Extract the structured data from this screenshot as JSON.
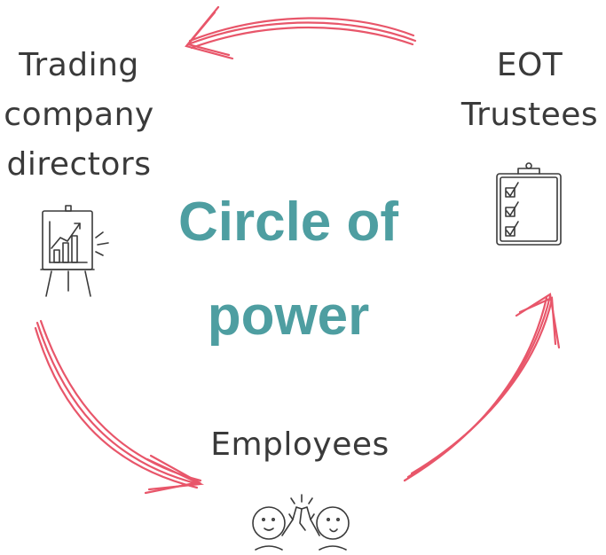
{
  "title": {
    "line1": "Circle of",
    "line2": "power"
  },
  "nodes": {
    "directors": {
      "line1": "Trading",
      "line2": "company",
      "line3": "directors"
    },
    "trustees": {
      "line1": "EOT",
      "line2": "Trustees"
    },
    "employees": {
      "label": "Employees"
    }
  },
  "icons": {
    "directors": "chart-easel-icon",
    "trustees": "checklist-clipboard-icon",
    "employees": "high-five-icon"
  },
  "colors": {
    "arrow": "#e8566a",
    "title": "#4e9ea1",
    "text": "#3a3a3a"
  }
}
